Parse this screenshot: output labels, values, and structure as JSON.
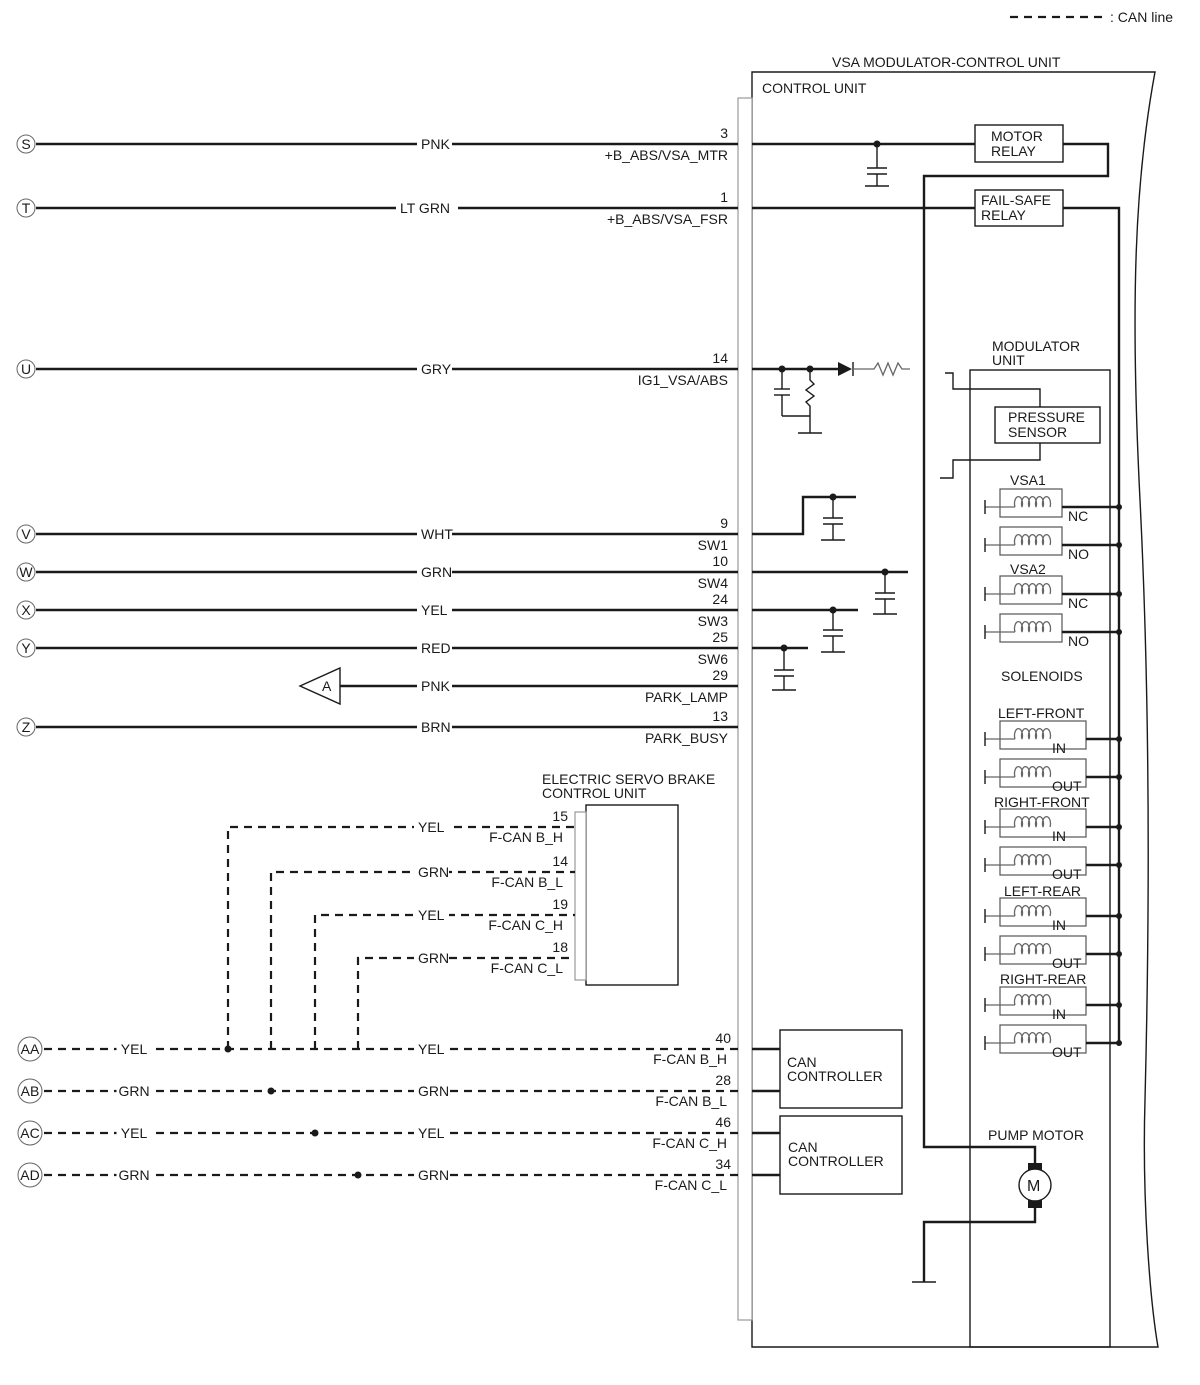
{
  "legend": {
    "label": ": CAN line"
  },
  "unit": {
    "title": "VSA MODULATOR-CONTROL UNIT",
    "control_unit": "CONTROL UNIT",
    "modulator_unit": "MODULATOR UNIT"
  },
  "relays": {
    "motor": "MOTOR RELAY",
    "failsafe": "FAIL-SAFE RELAY"
  },
  "pressure_sensor": "PRESSURE SENSOR",
  "solenoids": {
    "title": "SOLENOIDS",
    "groups": [
      {
        "name": "VSA1",
        "a": "NC",
        "b": "NO"
      },
      {
        "name": "VSA2",
        "a": "NC",
        "b": "NO"
      },
      {
        "name": "LEFT-FRONT",
        "a": "IN",
        "b": "OUT"
      },
      {
        "name": "RIGHT-FRONT",
        "a": "IN",
        "b": "OUT"
      },
      {
        "name": "LEFT-REAR",
        "a": "IN",
        "b": "OUT"
      },
      {
        "name": "RIGHT-REAR",
        "a": "IN",
        "b": "OUT"
      }
    ]
  },
  "pump_motor": {
    "label": "PUMP MOTOR",
    "symbol": "M"
  },
  "wires": [
    {
      "id": "S",
      "color": "PNK",
      "pin": "3",
      "signal": "+B_ABS/VSA_MTR"
    },
    {
      "id": "T",
      "color": "LT GRN",
      "pin": "1",
      "signal": "+B_ABS/VSA_FSR"
    },
    {
      "id": "U",
      "color": "GRY",
      "pin": "14",
      "signal": "IG1_VSA/ABS"
    },
    {
      "id": "V",
      "color": "WHT",
      "pin": "9",
      "signal": "SW1"
    },
    {
      "id": "W",
      "color": "GRN",
      "pin": "10",
      "signal": "SW4"
    },
    {
      "id": "X",
      "color": "YEL",
      "pin": "24",
      "signal": "SW3"
    },
    {
      "id": "Y",
      "color": "RED",
      "pin": "25",
      "signal": "SW6"
    },
    {
      "id": "A",
      "color": "PNK",
      "pin": "29",
      "signal": "PARK_LAMP"
    },
    {
      "id": "Z",
      "color": "BRN",
      "pin": "13",
      "signal": "PARK_BUSY"
    }
  ],
  "esb": {
    "title": "ELECTRIC SERVO BRAKE CONTROL UNIT",
    "pins": [
      {
        "color": "YEL",
        "pin": "15",
        "signal": "F-CAN B_H"
      },
      {
        "color": "GRN",
        "pin": "14",
        "signal": "F-CAN B_L"
      },
      {
        "color": "YEL",
        "pin": "19",
        "signal": "F-CAN C_H"
      },
      {
        "color": "GRN",
        "pin": "18",
        "signal": "F-CAN C_L"
      }
    ]
  },
  "can_lines": [
    {
      "id": "AA",
      "left_color": "YEL",
      "right_color": "YEL",
      "pin": "40",
      "signal": "F-CAN B_H"
    },
    {
      "id": "AB",
      "left_color": "GRN",
      "right_color": "GRN",
      "pin": "28",
      "signal": "F-CAN B_L"
    },
    {
      "id": "AC",
      "left_color": "YEL",
      "right_color": "YEL",
      "pin": "46",
      "signal": "F-CAN C_H"
    },
    {
      "id": "AD",
      "left_color": "GRN",
      "right_color": "GRN",
      "pin": "34",
      "signal": "F-CAN C_L"
    }
  ],
  "can_controller": {
    "label": "CAN CONTROLLER"
  }
}
